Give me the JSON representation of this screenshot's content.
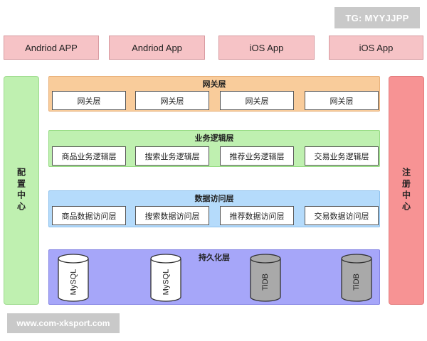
{
  "top_badge": "TG: MYYJJPP",
  "apps": [
    "Andriod APP",
    "Andriod App",
    "iOS App",
    "iOS App"
  ],
  "config_center": "配置中心",
  "registry_center": "注册中心",
  "gateway_layer": {
    "title": "网关层",
    "nodes": [
      "网关层",
      "网关层",
      "网关层",
      "网关层"
    ]
  },
  "business_layer": {
    "title": "业务逻辑层",
    "nodes": [
      "商品业务逻辑层",
      "搜索业务逻辑层",
      "推荐业务逻辑层",
      "交易业务逻辑层"
    ]
  },
  "data_layer": {
    "title": "数据访问层",
    "nodes": [
      "商品数据访问层",
      "搜索数据访问层",
      "推荐数据访问层",
      "交易数据访问层"
    ]
  },
  "persistence_layer": {
    "title": "持久化层",
    "databases": [
      {
        "label": "MySQL",
        "color": "#ffffff"
      },
      {
        "label": "MySQL",
        "color": "#ffffff"
      },
      {
        "label": "TiDB",
        "color": "#a9a9a9"
      },
      {
        "label": "TiDB",
        "color": "#a9a9a9"
      }
    ]
  },
  "watermark": "www.com-xksport.com"
}
